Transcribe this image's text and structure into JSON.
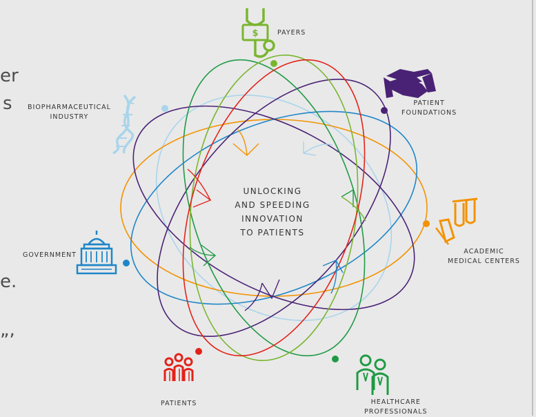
{
  "center_lines": [
    "UNLOCKING",
    "AND SPEEDING",
    "INNOVATION",
    "TO PATIENTS"
  ],
  "stakeholders": {
    "payers": {
      "lines": [
        "PAYERS"
      ],
      "icon": "stethoscope-dollar-icon",
      "color": "#7ab530"
    },
    "patient_foundations": {
      "lines": [
        "PATIENT",
        "FOUNDATIONS"
      ],
      "icon": "handshake-icon",
      "color": "#4a2275"
    },
    "academic_medical_centers": {
      "lines": [
        "ACADEMIC",
        "MEDICAL CENTERS"
      ],
      "icon": "test-tubes-icon",
      "color": "#f39200"
    },
    "healthcare_professionals": {
      "lines": [
        "HEALTHCARE",
        "PROFESSIONALS"
      ],
      "icon": "doctors-icon",
      "color": "#1f9a45"
    },
    "patients": {
      "lines": [
        "PATIENTS"
      ],
      "icon": "people-group-icon",
      "color": "#e2231a"
    },
    "government": {
      "lines": [
        "GOVERNMENT"
      ],
      "icon": "capitol-icon",
      "color": "#1e86c8"
    },
    "biopharmaceutical_industry": {
      "lines": [
        "BIOPHARMACEUTICAL",
        "INDUSTRY"
      ],
      "icon": "dna-icon",
      "color": "#a9d5ea"
    }
  },
  "edge_glyphs": [
    "er",
    "s",
    "e.",
    "„,"
  ]
}
